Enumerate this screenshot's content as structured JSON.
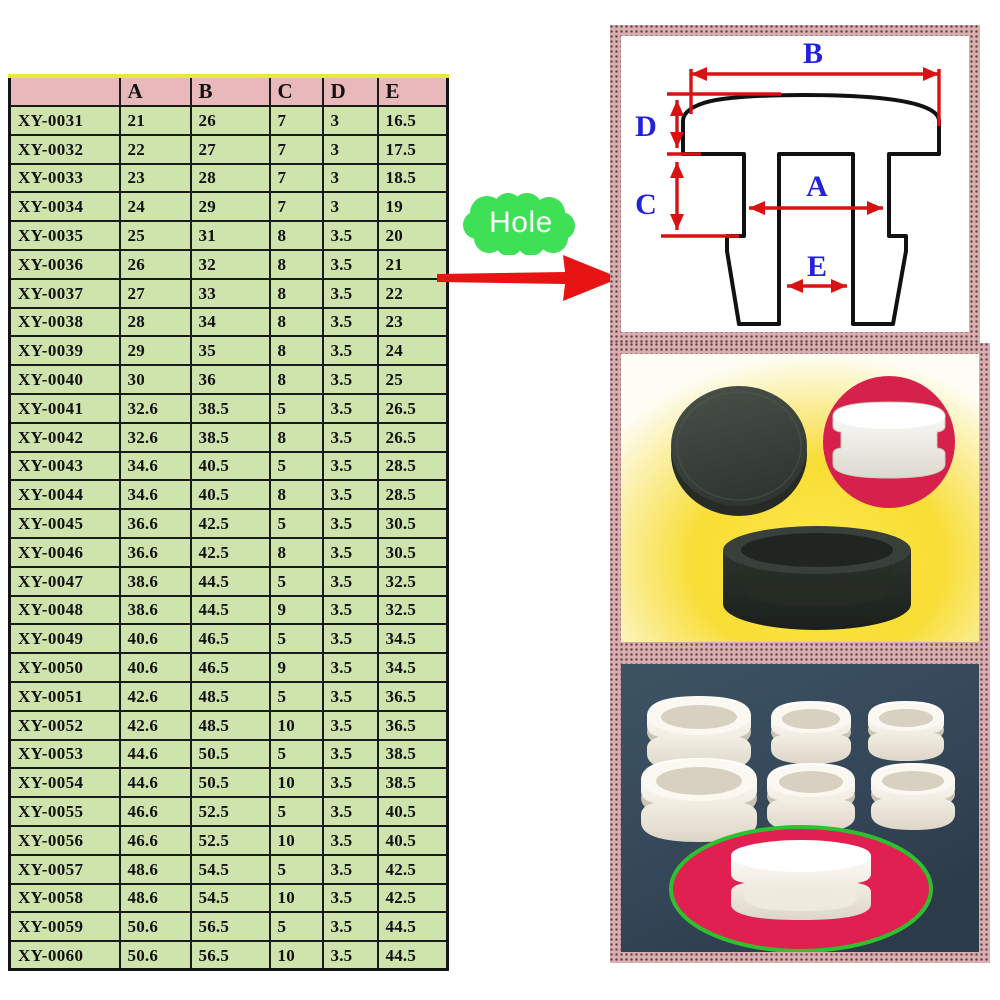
{
  "table": {
    "headers": [
      "",
      "A",
      "B",
      "C",
      "D",
      "E"
    ],
    "rows": [
      [
        "XY-0031",
        "21",
        "26",
        "7",
        "3",
        "16.5"
      ],
      [
        "XY-0032",
        "22",
        "27",
        "7",
        "3",
        "17.5"
      ],
      [
        "XY-0033",
        "23",
        "28",
        "7",
        "3",
        "18.5"
      ],
      [
        "XY-0034",
        "24",
        "29",
        "7",
        "3",
        "19"
      ],
      [
        "XY-0035",
        "25",
        "31",
        "8",
        "3.5",
        "20"
      ],
      [
        "XY-0036",
        "26",
        "32",
        "8",
        "3.5",
        "21"
      ],
      [
        "XY-0037",
        "27",
        "33",
        "8",
        "3.5",
        "22"
      ],
      [
        "XY-0038",
        "28",
        "34",
        "8",
        "3.5",
        "23"
      ],
      [
        "XY-0039",
        "29",
        "35",
        "8",
        "3.5",
        "24"
      ],
      [
        "XY-0040",
        "30",
        "36",
        "8",
        "3.5",
        "25"
      ],
      [
        "XY-0041",
        "32.6",
        "38.5",
        "5",
        "3.5",
        "26.5"
      ],
      [
        "XY-0042",
        "32.6",
        "38.5",
        "8",
        "3.5",
        "26.5"
      ],
      [
        "XY-0043",
        "34.6",
        "40.5",
        "5",
        "3.5",
        "28.5"
      ],
      [
        "XY-0044",
        "34.6",
        "40.5",
        "8",
        "3.5",
        "28.5"
      ],
      [
        "XY-0045",
        "36.6",
        "42.5",
        "5",
        "3.5",
        "30.5"
      ],
      [
        "XY-0046",
        "36.6",
        "42.5",
        "8",
        "3.5",
        "30.5"
      ],
      [
        "XY-0047",
        "38.6",
        "44.5",
        "5",
        "3.5",
        "32.5"
      ],
      [
        "XY-0048",
        "38.6",
        "44.5",
        "9",
        "3.5",
        "32.5"
      ],
      [
        "XY-0049",
        "40.6",
        "46.5",
        "5",
        "3.5",
        "34.5"
      ],
      [
        "XY-0050",
        "40.6",
        "46.5",
        "9",
        "3.5",
        "34.5"
      ],
      [
        "XY-0051",
        "42.6",
        "48.5",
        "5",
        "3.5",
        "36.5"
      ],
      [
        "XY-0052",
        "42.6",
        "48.5",
        "10",
        "3.5",
        "36.5"
      ],
      [
        "XY-0053",
        "44.6",
        "50.5",
        "5",
        "3.5",
        "38.5"
      ],
      [
        "XY-0054",
        "44.6",
        "50.5",
        "10",
        "3.5",
        "38.5"
      ],
      [
        "XY-0055",
        "46.6",
        "52.5",
        "5",
        "3.5",
        "40.5"
      ],
      [
        "XY-0056",
        "46.6",
        "52.5",
        "10",
        "3.5",
        "40.5"
      ],
      [
        "XY-0057",
        "48.6",
        "54.5",
        "5",
        "3.5",
        "42.5"
      ],
      [
        "XY-0058",
        "48.6",
        "54.5",
        "10",
        "3.5",
        "42.5"
      ],
      [
        "XY-0059",
        "50.6",
        "56.5",
        "5",
        "3.5",
        "44.5"
      ],
      [
        "XY-0060",
        "50.6",
        "56.5",
        "10",
        "3.5",
        "44.5"
      ]
    ]
  },
  "callout": {
    "label": "Hole",
    "blob_color": "#3ee055",
    "text_color": "#ffffff",
    "arrow_color": "#e81313"
  },
  "diagram": {
    "dimension_labels": [
      "A",
      "B",
      "C",
      "D",
      "E"
    ],
    "label_a": "A",
    "label_b": "B",
    "label_c": "C",
    "label_d": "D",
    "label_e": "E",
    "dim_line_color": "#d81212",
    "label_color": "#2222dd",
    "outline_color": "#111111"
  },
  "colors": {
    "header_pink": "#e8b8bb",
    "row_green": "#cfe3ad",
    "grid_black": "#1a1a1a",
    "top_yellow": "#e9e93a",
    "frame_mauve": "#d9aeb0",
    "photo_yellow": "#f5e03c",
    "photo_red": "#dd2050",
    "photo_blue_gray": "#3b4f5e",
    "plug_black": "#3a4239",
    "plug_white": "#f5f2ea",
    "highlight_green": "#2fc02f"
  }
}
